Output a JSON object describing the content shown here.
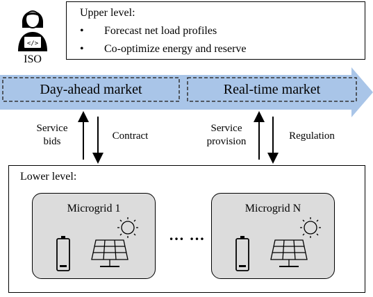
{
  "iso": {
    "label": "ISO",
    "icon": "operator-laptop-icon"
  },
  "upper_level": {
    "title": "Upper level:",
    "bullets": [
      "Forecast net load profiles",
      "Co-optimize energy and reserve"
    ]
  },
  "markets": {
    "day_ahead": "Day-ahead market",
    "real_time": "Real-time market"
  },
  "arrows": {
    "left_up": "Service\nbids",
    "left_down": "Contract",
    "right_up": "Service\nprovision",
    "right_down": "Regulation"
  },
  "lower_level": {
    "title": "Lower level:",
    "microgrids": [
      {
        "name": "Microgrid 1",
        "icons": [
          "battery-icon",
          "solar-panel-icon",
          "sun-icon"
        ]
      },
      {
        "name": "Microgrid N",
        "icons": [
          "battery-icon",
          "solar-panel-icon",
          "sun-icon"
        ]
      }
    ],
    "ellipsis": "… …"
  },
  "colors": {
    "banner": "#a9c5e8",
    "microgrid_fill": "#dcdcdc",
    "line": "#000000"
  }
}
